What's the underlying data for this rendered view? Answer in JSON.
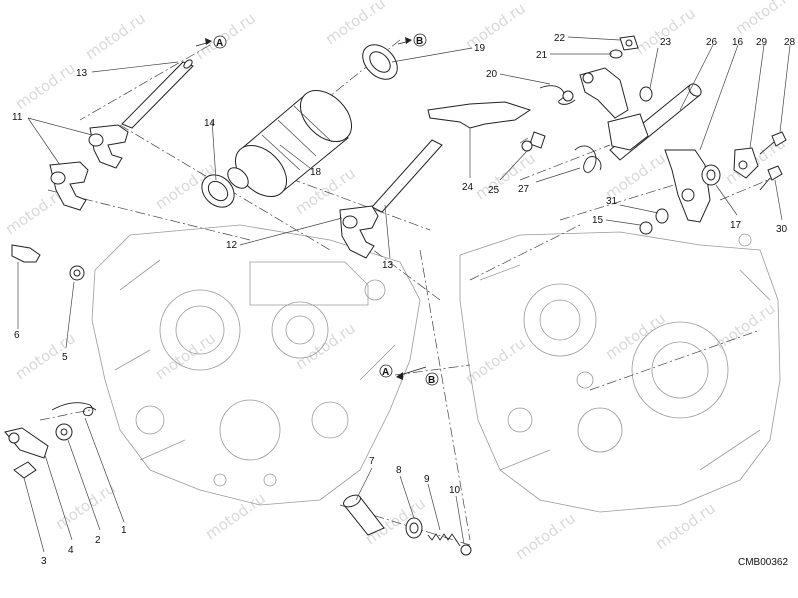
{
  "drawing_code": "CMB00362",
  "watermark_text": "motod.ru",
  "reference_markers": {
    "a_top": "A",
    "b_top": "B",
    "a_mid": "A",
    "b_mid": "B"
  },
  "callouts": {
    "n1": "1",
    "n2": "2",
    "n3": "3",
    "n4": "4",
    "n5": "5",
    "n6": "6",
    "n7": "7",
    "n8": "8",
    "n9": "9",
    "n10": "10",
    "n11": "11",
    "n12": "12",
    "n13a": "13",
    "n13b": "13",
    "n14": "14",
    "n15": "15",
    "n16": "16",
    "n17": "17",
    "n18": "18",
    "n19": "19",
    "n20": "20",
    "n21": "21",
    "n22": "22",
    "n23": "23",
    "n24": "24",
    "n25": "25",
    "n26": "26",
    "n27": "27",
    "n28": "28",
    "n29": "29",
    "n30": "30",
    "n31": "31"
  },
  "colors": {
    "line": "#222222",
    "ghost_line": "#9a9a9a",
    "watermark": "#d9d9d9",
    "background": "#ffffff"
  }
}
